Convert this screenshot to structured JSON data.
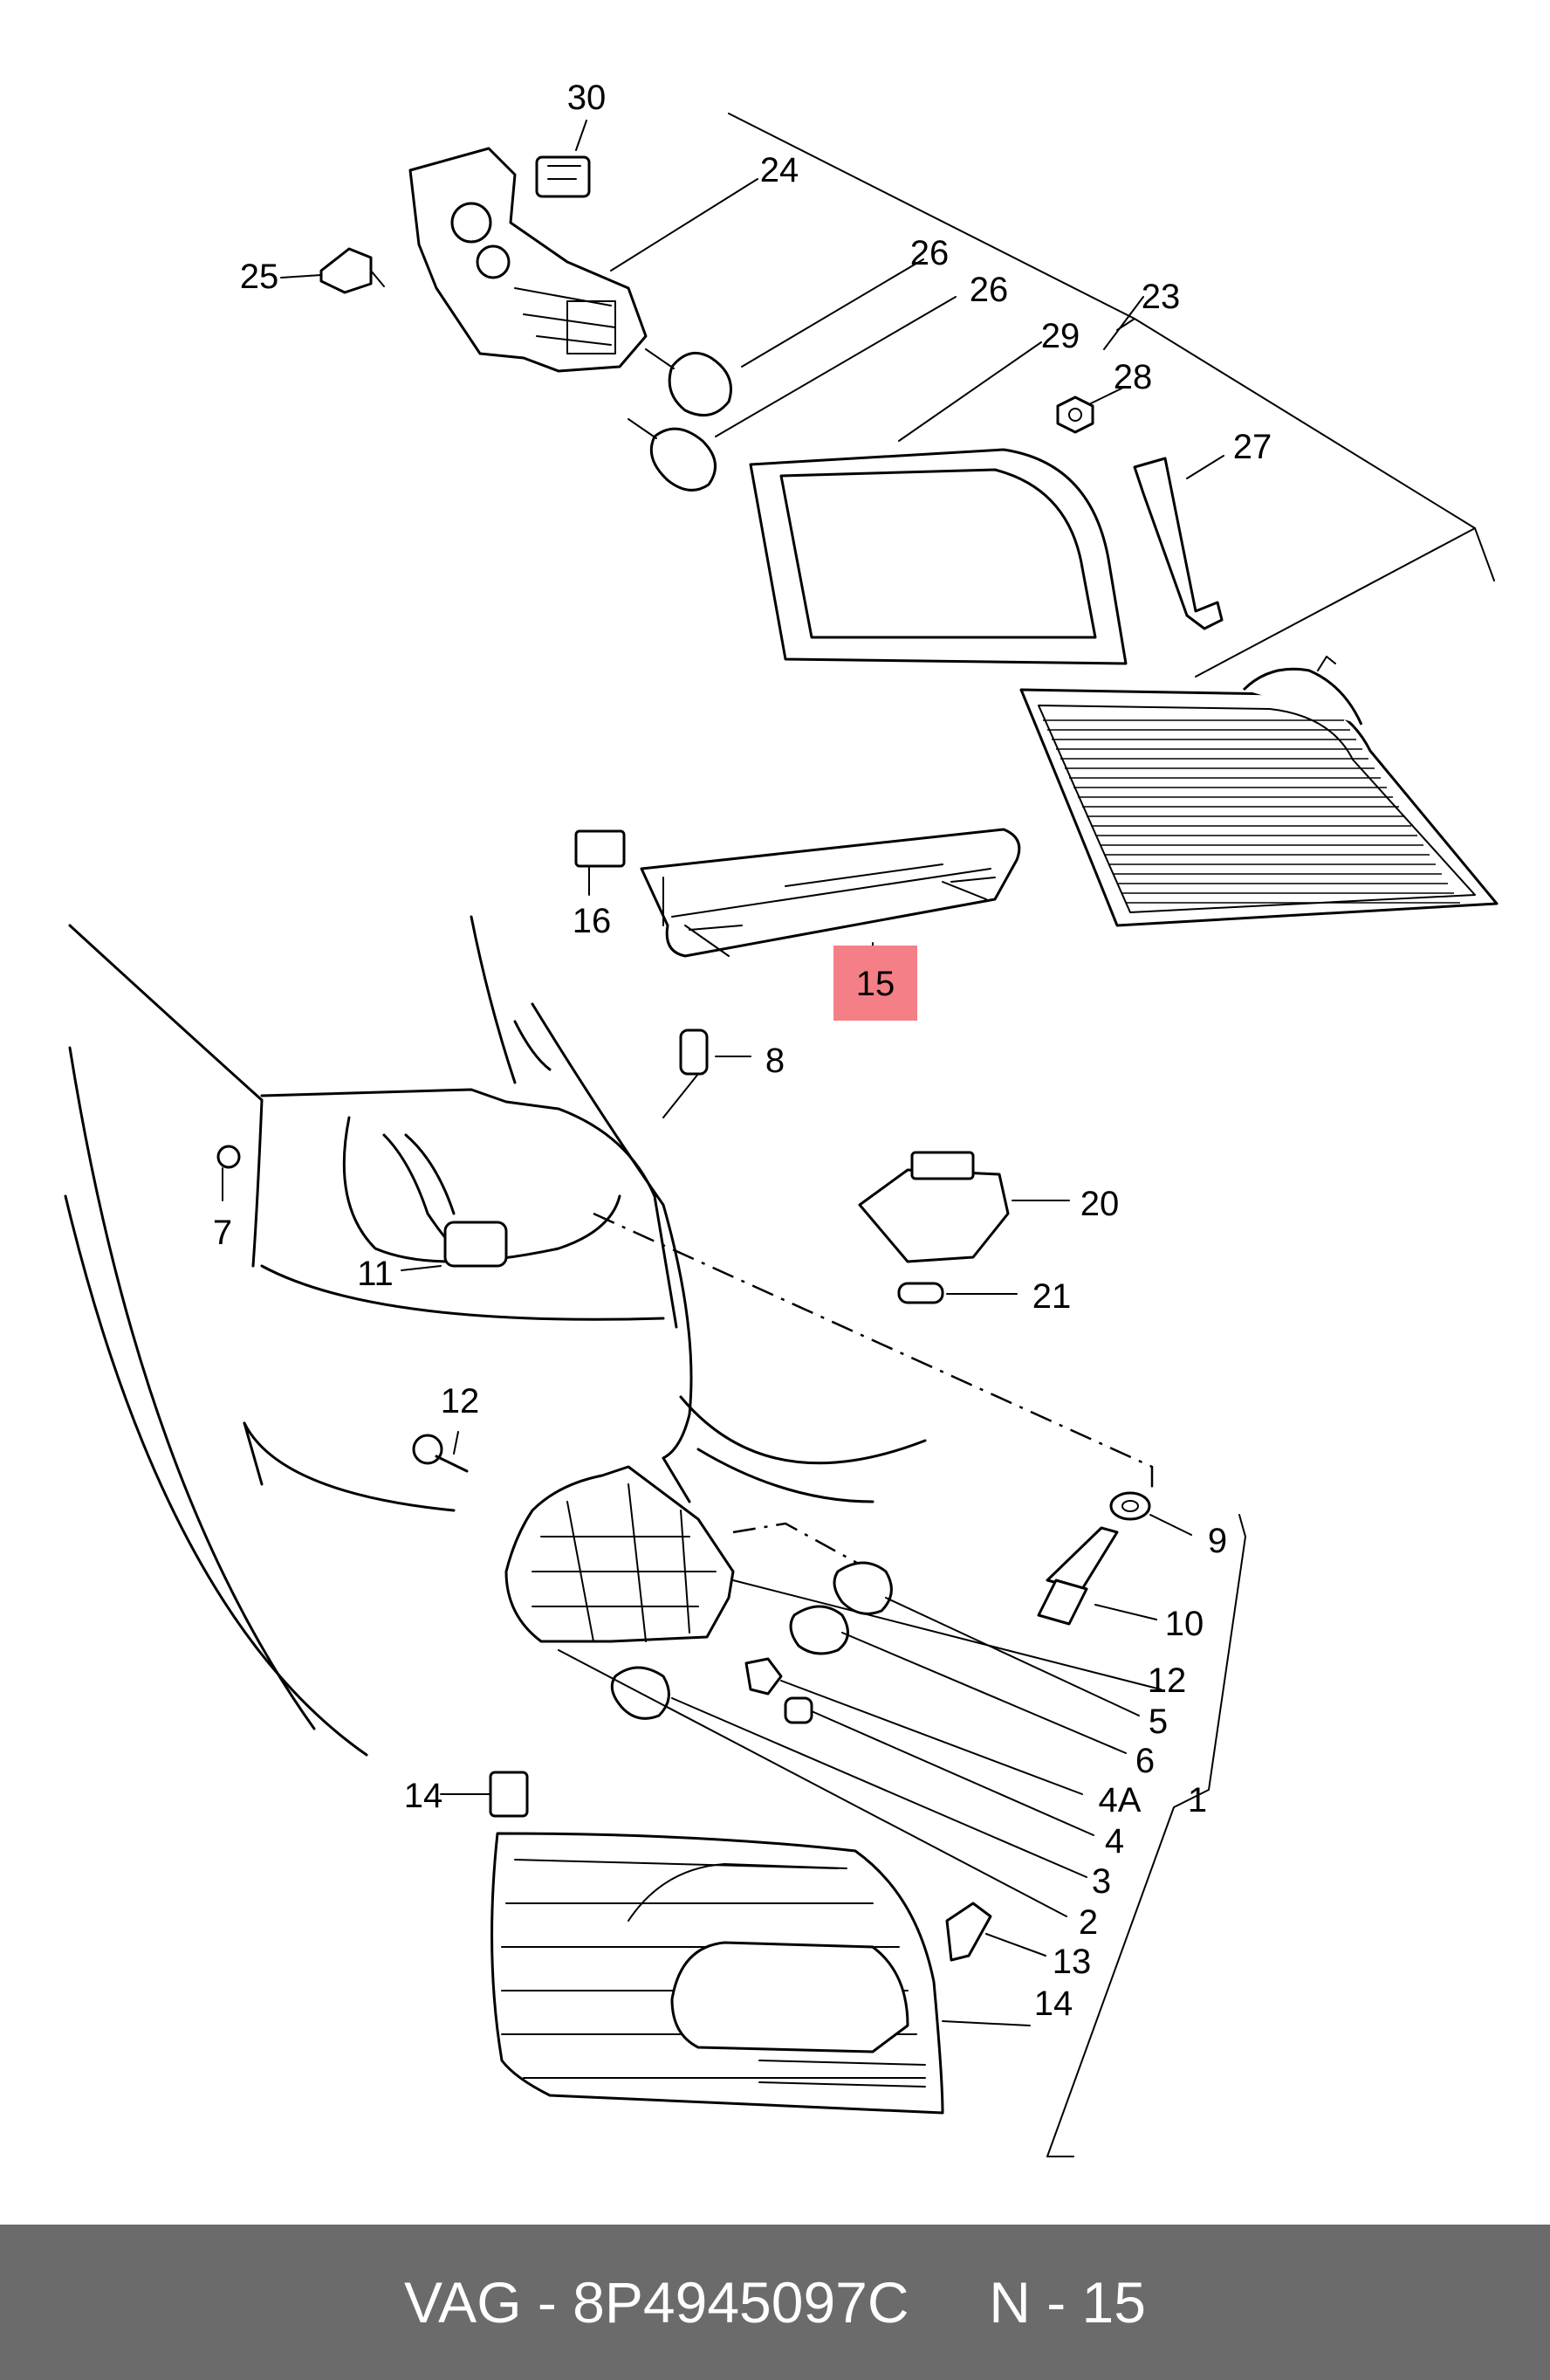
{
  "diagram": {
    "callouts": [
      {
        "id": "30",
        "label": "30"
      },
      {
        "id": "24",
        "label": "24"
      },
      {
        "id": "25",
        "label": "25"
      },
      {
        "id": "26a",
        "label": "26"
      },
      {
        "id": "26b",
        "label": "26"
      },
      {
        "id": "23",
        "label": "23"
      },
      {
        "id": "29",
        "label": "29"
      },
      {
        "id": "28",
        "label": "28"
      },
      {
        "id": "27",
        "label": "27"
      },
      {
        "id": "16",
        "label": "16"
      },
      {
        "id": "15",
        "label": "15"
      },
      {
        "id": "8",
        "label": "8"
      },
      {
        "id": "7",
        "label": "7"
      },
      {
        "id": "20",
        "label": "20"
      },
      {
        "id": "11",
        "label": "11"
      },
      {
        "id": "21",
        "label": "21"
      },
      {
        "id": "12a",
        "label": "12"
      },
      {
        "id": "9",
        "label": "9"
      },
      {
        "id": "10",
        "label": "10"
      },
      {
        "id": "12b",
        "label": "12"
      },
      {
        "id": "5",
        "label": "5"
      },
      {
        "id": "6",
        "label": "6"
      },
      {
        "id": "4A",
        "label": "4A"
      },
      {
        "id": "1",
        "label": "1"
      },
      {
        "id": "14a",
        "label": "14"
      },
      {
        "id": "4",
        "label": "4"
      },
      {
        "id": "3",
        "label": "3"
      },
      {
        "id": "2",
        "label": "2"
      },
      {
        "id": "13",
        "label": "13"
      },
      {
        "id": "14b",
        "label": "14"
      }
    ],
    "highlight_color": "#f47f86"
  },
  "footer": {
    "text": "VAG - 8P4945097C     N - 15",
    "background": "#6b6b6b",
    "color": "#ffffff"
  }
}
